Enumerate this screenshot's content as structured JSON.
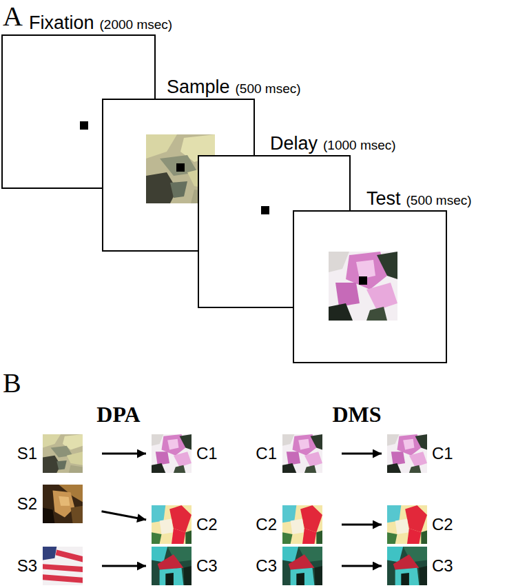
{
  "diagram": {
    "nodes": [
      {
        "text": [
          "Fixation",
          "(2000 msec)"
        ]
      },
      {
        "text": [
          "Sample",
          "(500 msec)"
        ]
      },
      {
        "text": [
          "Delay",
          "(1000 msec)"
        ]
      },
      {
        "text": [
          "Test",
          "(500 msec)"
        ]
      },
      {
        "text": [
          "S1"
        ]
      },
      {
        "text": [
          "C1"
        ]
      },
      {
        "text": [
          "C1"
        ]
      },
      {
        "text": [
          "C1"
        ]
      },
      {
        "text": [
          "S2"
        ]
      },
      {
        "text": [
          "C2"
        ]
      },
      {
        "text": [
          "C2"
        ]
      },
      {
        "text": [
          "C2"
        ]
      },
      {
        "text": [
          "S3"
        ]
      },
      {
        "text": [
          "C3"
        ]
      },
      {
        "text": [
          "C3"
        ]
      },
      {
        "text": [
          "C3"
        ]
      }
    ],
    "edges": [
      {
        "from": 4,
        "to": 5,
        "arrow": "to"
      },
      {
        "from": 6,
        "to": 7,
        "arrow": "to"
      },
      {
        "from": 8,
        "to": 9,
        "arrow": "to"
      },
      {
        "from": 10,
        "to": 11,
        "arrow": "to"
      },
      {
        "from": 12,
        "to": 13,
        "arrow": "to"
      },
      {
        "from": 14,
        "to": 15,
        "arrow": "to"
      }
    ],
    "labels": [
      "A",
      "B",
      "DPA",
      "DMS"
    ]
  }
}
